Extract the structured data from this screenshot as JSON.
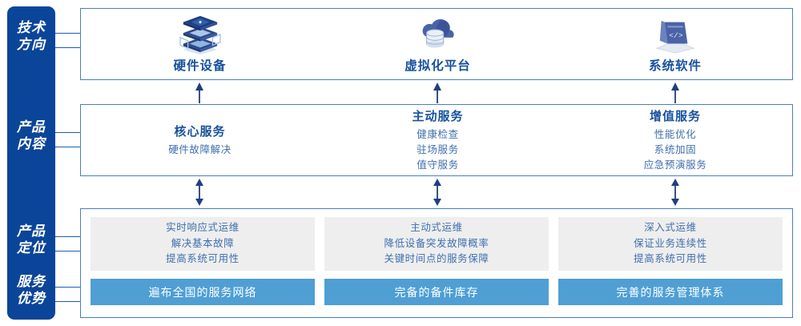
{
  "rail": {
    "sections": [
      {
        "name": "tech-direction",
        "lines": [
          "技术",
          "方向"
        ]
      },
      {
        "name": "product-content",
        "lines": [
          "产品",
          "内容"
        ]
      },
      {
        "name": "product-positioning",
        "lines": [
          "产品",
          "定位"
        ]
      },
      {
        "name": "service-advantage",
        "lines": [
          "服务",
          "优势"
        ]
      }
    ]
  },
  "tech_row": {
    "items": [
      {
        "icon": "server-stack-icon",
        "title": "硬件设备"
      },
      {
        "icon": "cloud-database-icon",
        "title": "虚拟化平台"
      },
      {
        "icon": "laptop-code-icon",
        "title": "系统软件"
      }
    ]
  },
  "content_row": {
    "items": [
      {
        "title": "核心服务",
        "lines": [
          "硬件故障解决"
        ]
      },
      {
        "title": "主动服务",
        "lines": [
          "健康检查",
          "驻场服务",
          "值守服务"
        ]
      },
      {
        "title": "增值服务",
        "lines": [
          "性能优化",
          "系统加固",
          "应急预演服务"
        ]
      }
    ]
  },
  "positioning_row": {
    "cards": [
      {
        "lines": [
          "实时响应式运维",
          "解决基本故障",
          "提高系统可用性"
        ]
      },
      {
        "lines": [
          "主动式运维",
          "降低设备突发故障概率",
          "关键时间点的服务保障"
        ]
      },
      {
        "lines": [
          "深入式运维",
          "保证业务连续性",
          "提高系统可用性"
        ]
      }
    ]
  },
  "advantage_row": {
    "bars": [
      {
        "label": "遍布全国的服务网络"
      },
      {
        "label": "完备的备件库存"
      },
      {
        "label": "完善的服务管理体系"
      }
    ]
  },
  "arrows": {
    "tech_up": [
      "up-arrow",
      "up-arrow",
      "up-arrow"
    ],
    "content_double": [
      "double-arrow",
      "double-arrow",
      "double-arrow"
    ]
  },
  "colors": {
    "rail_blue": "#0b4599",
    "panel_border": "#4a7fc1",
    "title_blue": "#17519e",
    "body_blue": "#3f6fad",
    "gray_card": "#eeeeee",
    "bar_blue": "#4f9fd4",
    "arrow_navy": "#1f3f80"
  }
}
